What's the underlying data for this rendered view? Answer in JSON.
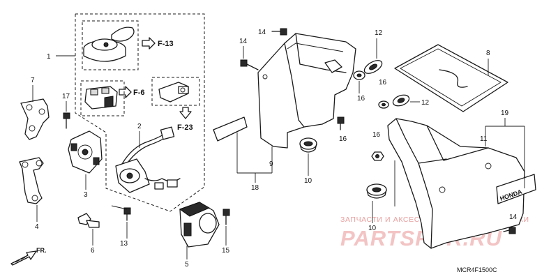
{
  "callouts": {
    "n1": "1",
    "n2": "2",
    "n3": "3",
    "n4": "4",
    "n5": "5",
    "n6": "6",
    "n7": "7",
    "n8": "8",
    "n9": "9",
    "n10a": "10",
    "n10b": "10",
    "n11": "11",
    "n12a": "12",
    "n12b": "12",
    "n13": "13",
    "n14a": "14",
    "n14b": "14",
    "n14c": "14",
    "n15": "15",
    "n16a": "16",
    "n16b": "16",
    "n16c": "16",
    "n16d": "16",
    "n17": "17",
    "n18": "18",
    "n19": "19"
  },
  "refs": {
    "f13": "F-13",
    "f6": "F-6",
    "f23": "F-23"
  },
  "direction_label": "FR.",
  "cover_brand": "HONDA",
  "watermark": {
    "line1": "ЗАПЧАСТИ И АКСЕССУАРЫ ДЛЯ МОТОТЕХНИКИ",
    "line2": "PARTSFOR.RU"
  },
  "diagram_code": "MCR4F1500C",
  "colors": {
    "line": "#1a1a1a",
    "watermark": "#e8a0a0",
    "watermark_logo": "#f3c4c4"
  }
}
